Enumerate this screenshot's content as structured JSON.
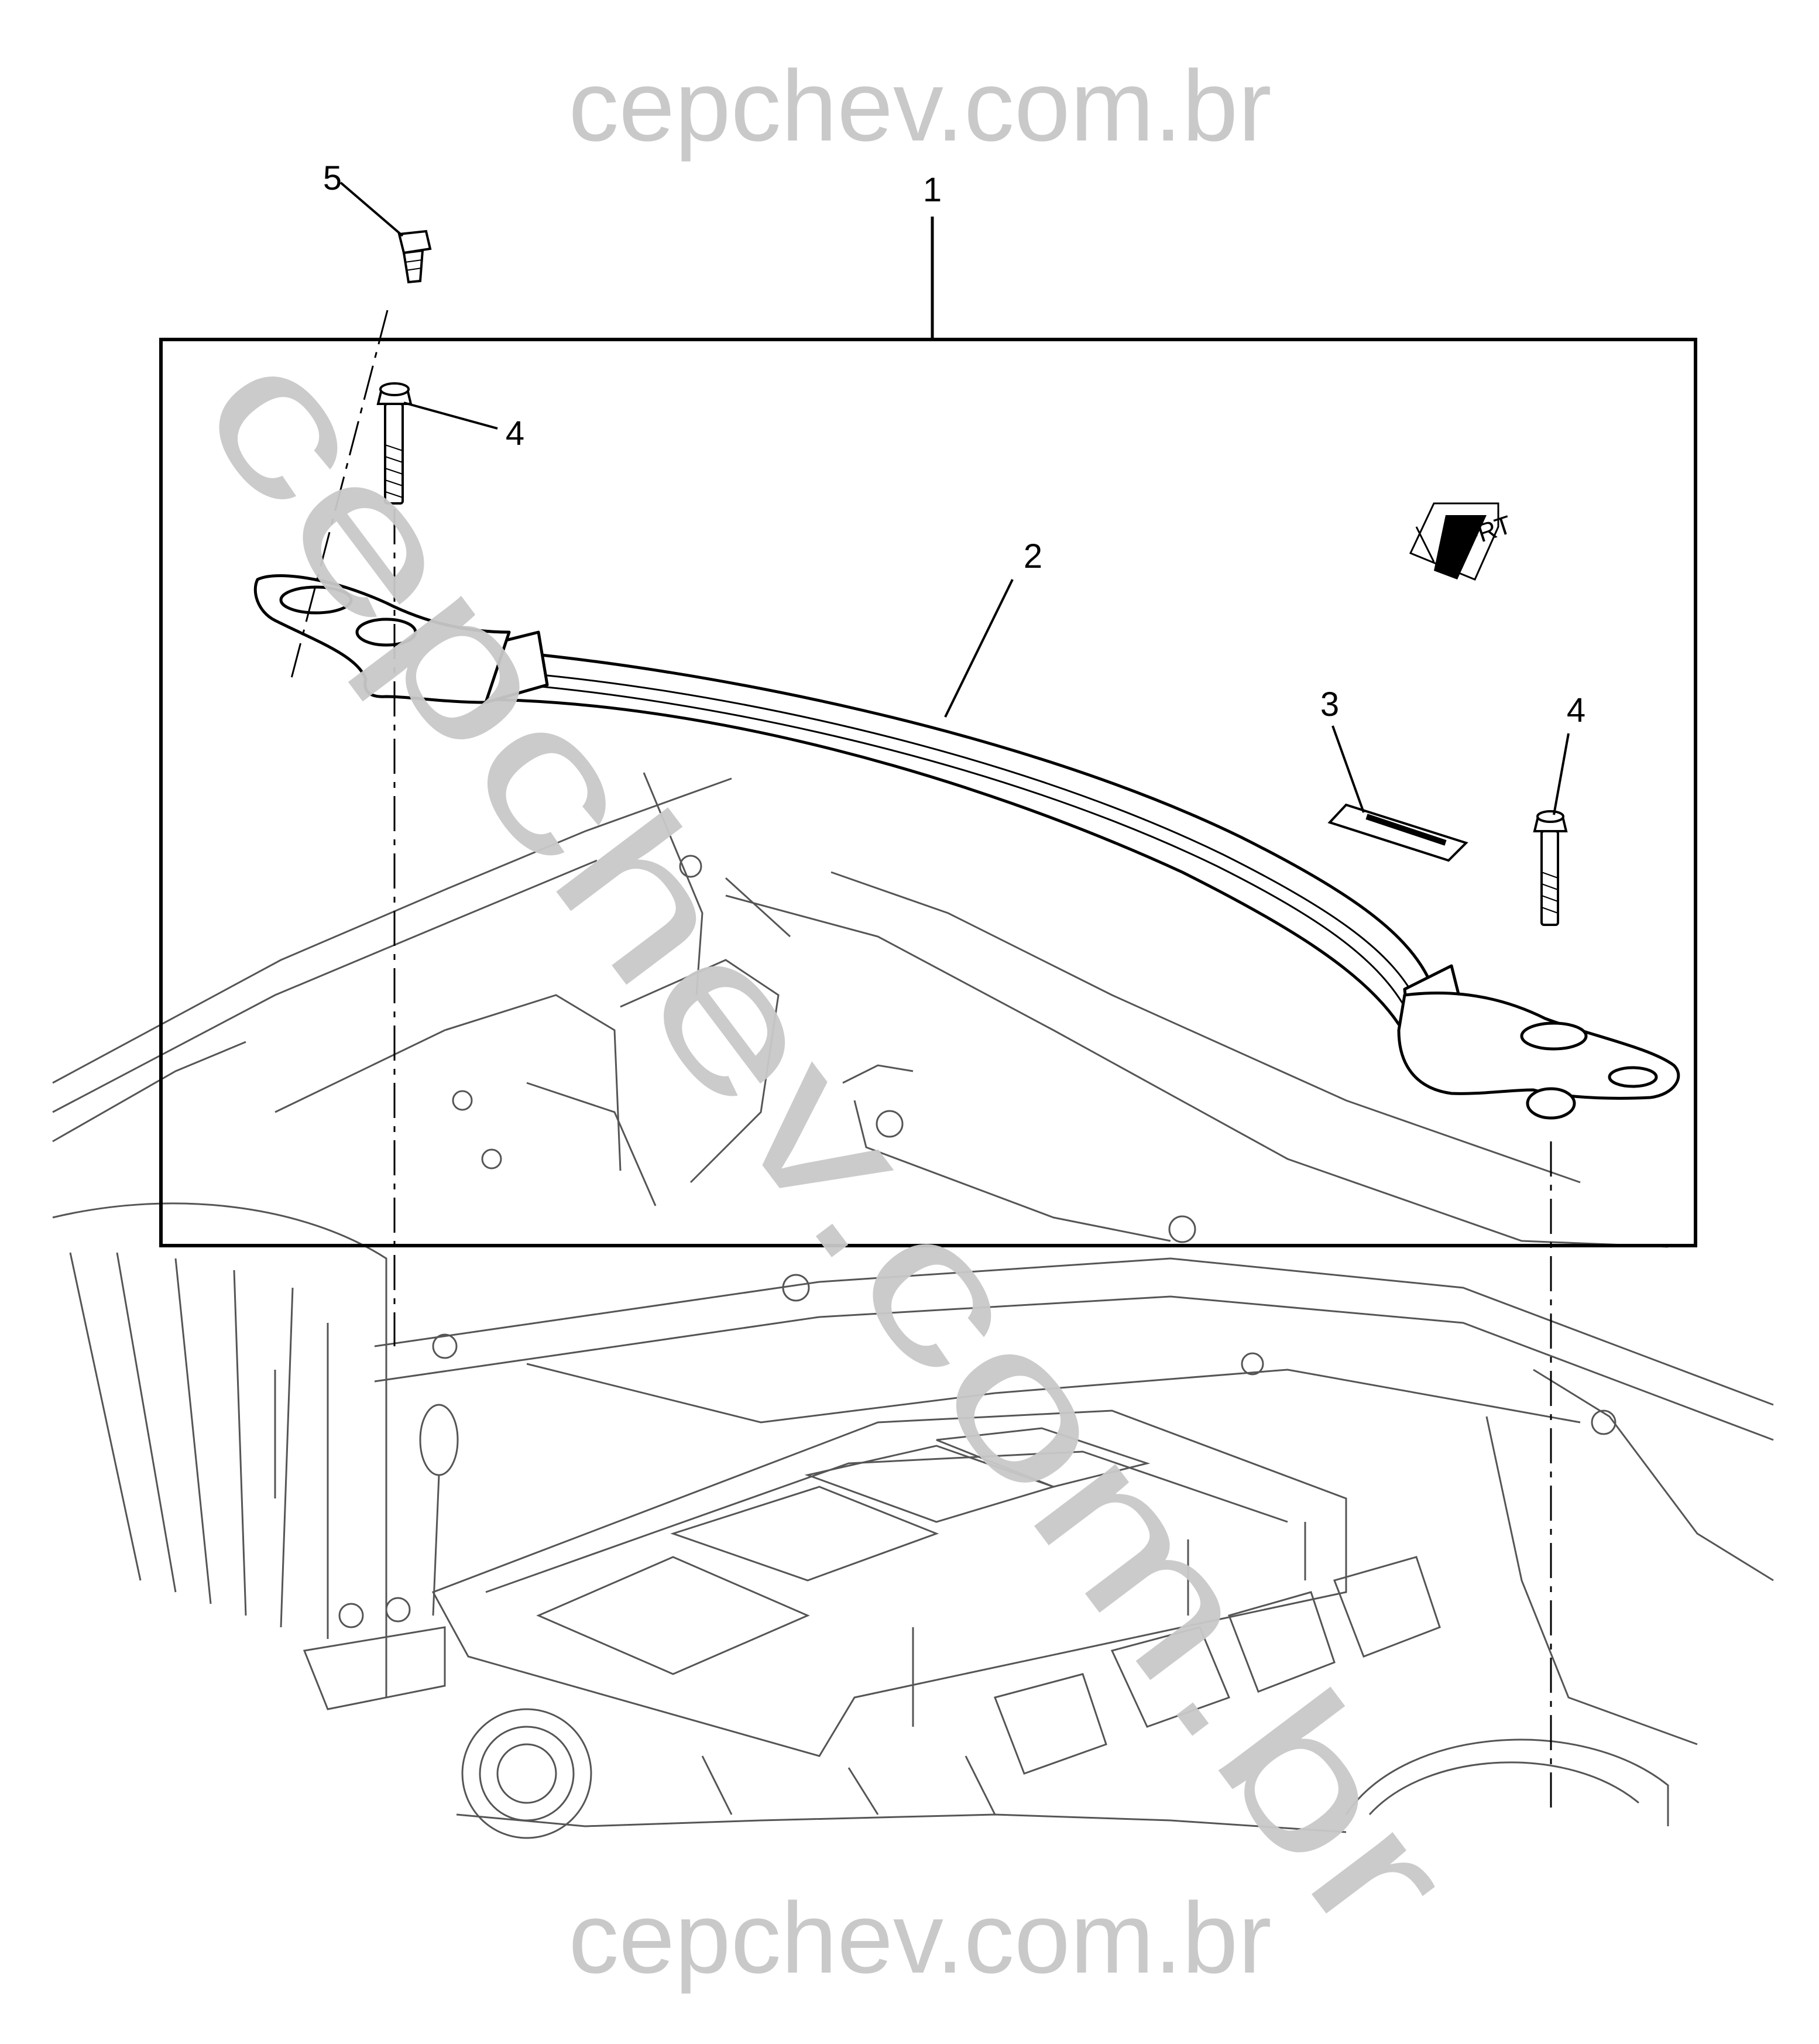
{
  "watermark": {
    "top": "cepchev.com.br",
    "bottom": "cepchev.com.br",
    "diagonal": "cepchev.com.br"
  },
  "callouts": {
    "assembly": "1",
    "strut_bar": "2",
    "label": "3",
    "bolt_left": "4",
    "bolt_right": "4",
    "bolt_small": "5"
  },
  "front_indicator": "FRT",
  "colors": {
    "line": "#000000",
    "engine_line": "#555555",
    "watermark": "#c9c9c9",
    "background": "#ffffff"
  }
}
